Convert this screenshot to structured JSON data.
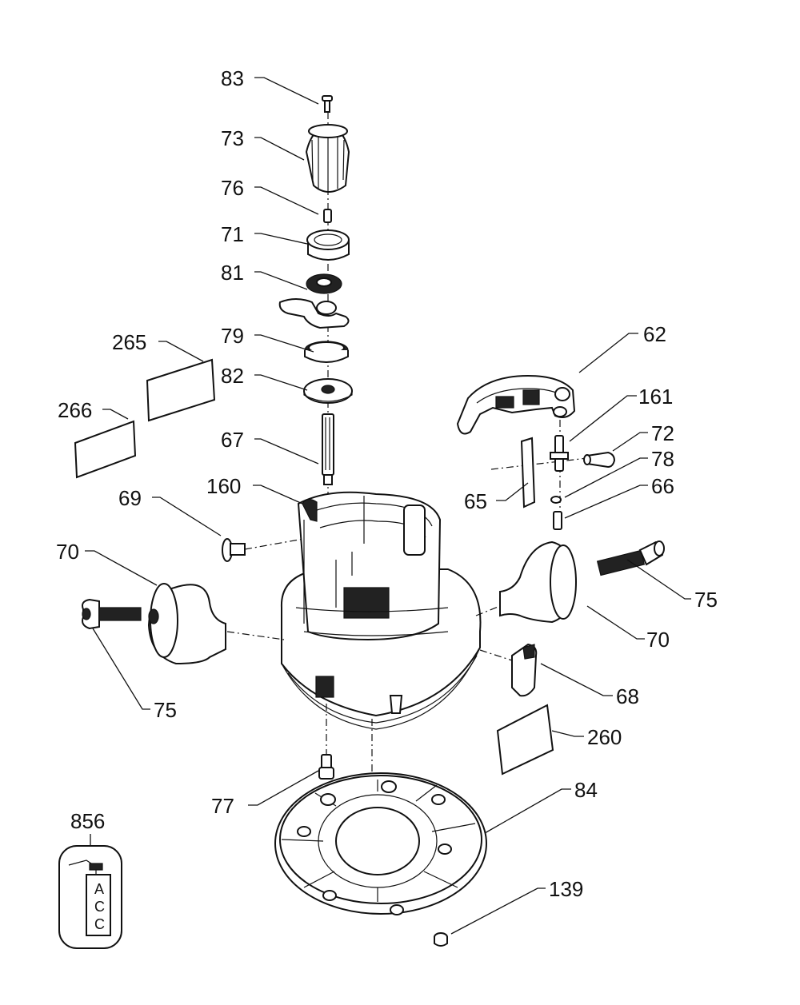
{
  "callouts": {
    "p83": "83",
    "p73": "73",
    "p76": "76",
    "p71": "71",
    "p81": "81",
    "p79": "79",
    "p82": "82",
    "p67": "67",
    "p265": "265",
    "p266": "266",
    "p62": "62",
    "p161": "161",
    "p72": "72",
    "p78": "78",
    "p65": "65",
    "p66": "66",
    "p69": "69",
    "p160": "160",
    "p70_left": "70",
    "p70_right": "70",
    "p75_left": "75",
    "p75_right": "75",
    "p68": "68",
    "p260": "260",
    "p77": "77",
    "p84": "84",
    "p856": "856",
    "p139": "139"
  },
  "kit_box_letters": {
    "l1": "A",
    "l2": "C",
    "l3": "C"
  }
}
